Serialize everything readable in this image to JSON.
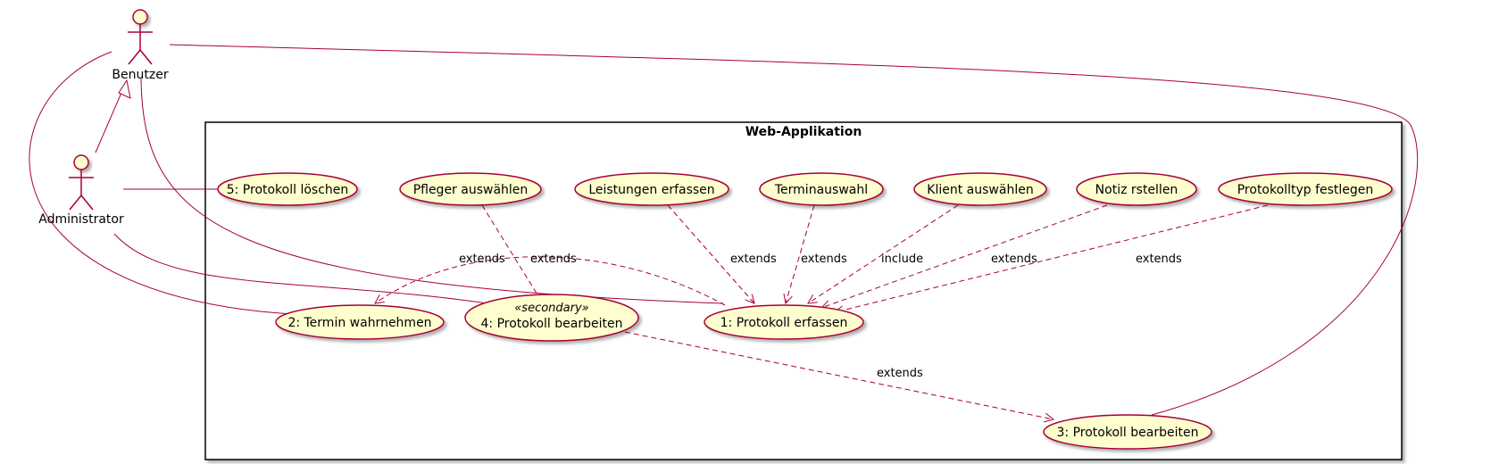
{
  "colors": {
    "line": "#A80036",
    "usecase_fill": "#FEFECE",
    "boundary": "#000000",
    "background": "#FFFFFF"
  },
  "system": {
    "title": "Web-Applikation"
  },
  "actors": [
    {
      "id": "benutzer",
      "label": "Benutzer"
    },
    {
      "id": "administrator",
      "label": "Administrator"
    }
  ],
  "usecases": [
    {
      "id": "loeschen",
      "label": "5: Protokoll löschen"
    },
    {
      "id": "pfleger",
      "label": "Pfleger auswählen"
    },
    {
      "id": "leistungen",
      "label": "Leistungen erfassen"
    },
    {
      "id": "termin",
      "label": "Terminauswahl"
    },
    {
      "id": "klient",
      "label": "Klient auswählen"
    },
    {
      "id": "notiz",
      "label": "Notiz rstellen"
    },
    {
      "id": "typ",
      "label": "Protokolltyp festlegen"
    },
    {
      "id": "wahrnehmen",
      "label": "2: Termin wahrnehmen"
    },
    {
      "id": "bearbeiten4",
      "label": "4: Protokoll bearbeiten",
      "stereotype": "«secondary»"
    },
    {
      "id": "erfassen",
      "label": "1: Protokoll erfassen"
    },
    {
      "id": "bearbeiten3",
      "label": "3: Protokoll bearbeiten"
    }
  ],
  "relations": [
    {
      "id": "r-adm-benutzer",
      "type": "generalization",
      "from": "administrator",
      "to": "benutzer"
    },
    {
      "id": "r-adm-loeschen",
      "type": "association",
      "from": "administrator",
      "to": "loeschen"
    },
    {
      "id": "r-ben-wahrnehmen",
      "type": "association",
      "from": "benutzer",
      "to": "wahrnehmen"
    },
    {
      "id": "r-ben-erfassen",
      "type": "association",
      "from": "benutzer",
      "to": "erfassen"
    },
    {
      "id": "r-ben-bearbeiten3",
      "type": "association",
      "from": "benutzer",
      "to": "bearbeiten3"
    },
    {
      "id": "r-adm-bearbeiten4",
      "type": "association",
      "from": "administrator",
      "to": "bearbeiten4"
    },
    {
      "id": "r-erfassen-wahrnehmen",
      "type": "dependency",
      "from": "erfassen",
      "to": "wahrnehmen",
      "label": "extends"
    },
    {
      "id": "r-pfleger-bearbeiten4",
      "type": "dependency",
      "from": "pfleger",
      "to": "bearbeiten4",
      "label": "extends"
    },
    {
      "id": "r-leistungen-erfassen",
      "type": "dependency",
      "from": "leistungen",
      "to": "erfassen",
      "label": "extends"
    },
    {
      "id": "r-termin-erfassen",
      "type": "dependency",
      "from": "termin",
      "to": "erfassen",
      "label": "extends"
    },
    {
      "id": "r-klient-erfassen",
      "type": "dependency",
      "from": "klient",
      "to": "erfassen",
      "label": "include"
    },
    {
      "id": "r-notiz-erfassen",
      "type": "dependency",
      "from": "notiz",
      "to": "erfassen",
      "label": "extends"
    },
    {
      "id": "r-typ-erfassen",
      "type": "dependency",
      "from": "typ",
      "to": "erfassen",
      "label": "extends"
    },
    {
      "id": "r-bearbeiten4-bearbeiten3",
      "type": "dependency",
      "from": "bearbeiten4",
      "to": "bearbeiten3",
      "label": "extends"
    }
  ]
}
